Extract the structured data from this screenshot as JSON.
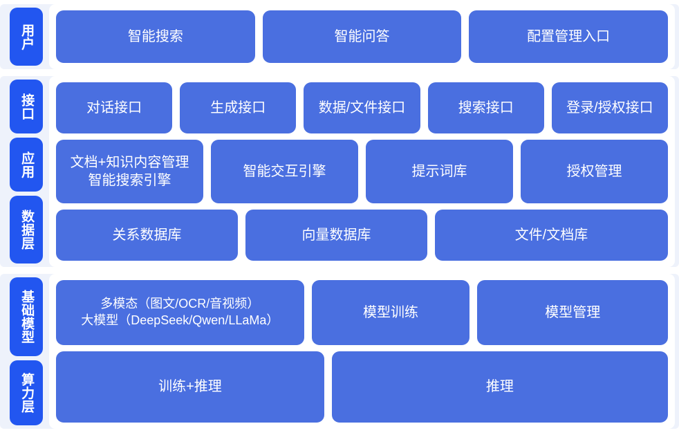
{
  "colors": {
    "page_background": "#ffffff",
    "band_background": "#eef2fb",
    "panel_background": "#ffffff",
    "rail_chip": "#2256f0",
    "box_fill": "#4a6fe0",
    "text": "#ffffff"
  },
  "bands": [
    {
      "id": "user",
      "rail": [
        {
          "label": "用户"
        }
      ],
      "rows": [
        {
          "id": "user-row",
          "boxes": [
            {
              "label": "智能搜索",
              "flex": 1
            },
            {
              "label": "智能问答",
              "flex": 1
            },
            {
              "label": "配置管理入口",
              "flex": 1
            }
          ]
        }
      ]
    },
    {
      "id": "middle",
      "rail": [
        {
          "label": "接口"
        },
        {
          "label": "应用"
        },
        {
          "label": "数据层"
        }
      ],
      "rows": [
        {
          "id": "interface-row",
          "boxes": [
            {
              "label": "对话接口",
              "flex": 1
            },
            {
              "label": "生成接口",
              "flex": 1
            },
            {
              "label": "数据/文件接口",
              "flex": 1
            },
            {
              "label": "搜索接口",
              "flex": 1
            },
            {
              "label": "登录/授权接口",
              "flex": 1
            }
          ]
        },
        {
          "id": "application-row",
          "boxes": [
            {
              "label": "文档+知识内容管理\n智能搜索引擎",
              "flex": 1
            },
            {
              "label": "智能交互引擎",
              "flex": 1
            },
            {
              "label": "提示词库",
              "flex": 1
            },
            {
              "label": "授权管理",
              "flex": 1
            }
          ]
        },
        {
          "id": "data-row",
          "boxes": [
            {
              "label": "关系数据库",
              "flex": 1
            },
            {
              "label": "向量数据库",
              "flex": 1
            },
            {
              "label": "文件/文档库",
              "flex": 1.3
            }
          ]
        }
      ]
    },
    {
      "id": "bottom",
      "rail": [
        {
          "label": "基础模型"
        },
        {
          "label": "算力层"
        }
      ],
      "rows": [
        {
          "id": "model-row",
          "boxes": [
            {
              "label": "多模态（图文/OCR/音视频）\n大模型（DeepSeek/Qwen/LLaMa）",
              "flex": 1.32,
              "small": true
            },
            {
              "label": "模型训练",
              "flex": 0.82
            },
            {
              "label": "模型管理",
              "flex": 1.0
            }
          ]
        },
        {
          "id": "power-row",
          "boxes": [
            {
              "label": "训练+推理",
              "flex": 0.87
            },
            {
              "label": "推理",
              "flex": 1.1
            }
          ]
        }
      ]
    }
  ]
}
